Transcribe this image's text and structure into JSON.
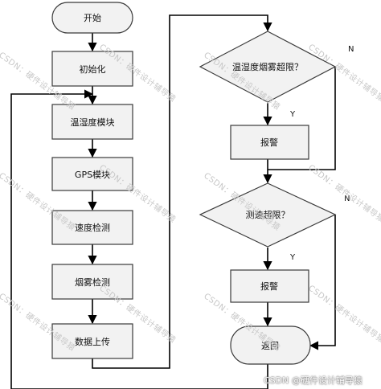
{
  "nodes": {
    "start": "开始",
    "init": "初始化",
    "temp_humidity": "温湿度模块",
    "gps": "GPS模块",
    "speed": "速度检测",
    "smoke": "烟雾检测",
    "upload": "数据上传",
    "cond1": "温湿度烟雾超限？",
    "alarm1": "报警",
    "cond2": "测速超限？",
    "alarm2": "报警",
    "return": "返回"
  },
  "branch_labels": {
    "cond1_yes": "Y",
    "cond1_no": "N",
    "cond2_yes": "Y",
    "cond2_no": "N"
  },
  "watermark": {
    "repeat_text": "CSDN：硬件设计辅导猿",
    "footer_text": "CSDN @硬件设计辅导猿"
  },
  "colors": {
    "box_fill": "#f2f2f2",
    "box_stroke": "#3a3a3a",
    "line": "#000000",
    "text": "#111111",
    "watermark": "#c8c8c8"
  }
}
